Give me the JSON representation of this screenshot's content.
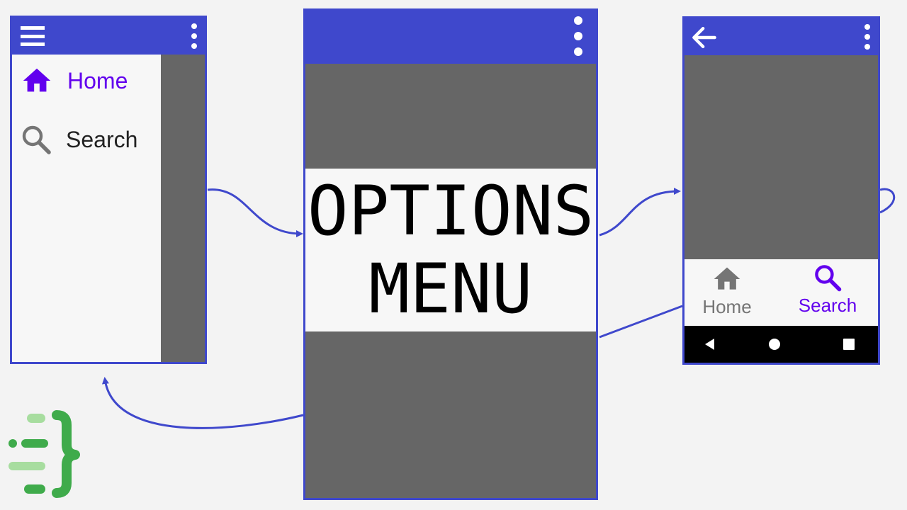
{
  "drawer_screen": {
    "items": [
      {
        "label": "Home",
        "icon": "home-icon",
        "color": "#6200ee"
      },
      {
        "label": "Search",
        "icon": "search-icon",
        "color": "#222222"
      }
    ]
  },
  "options_screen": {
    "label_line1": "OPTIONS",
    "label_line2": "MENU"
  },
  "bottom_nav_screen": {
    "items": [
      {
        "label": "Home",
        "icon": "home-icon",
        "color": "#757575"
      },
      {
        "label": "Search",
        "icon": "search-icon",
        "color": "#6200ee"
      }
    ]
  },
  "colors": {
    "appbar": "#3f48cc",
    "accent": "#6200ee",
    "content": "#666666",
    "arrow": "#3f48cc",
    "logo_dark": "#3fab4b",
    "logo_light": "#a7dd9f"
  }
}
